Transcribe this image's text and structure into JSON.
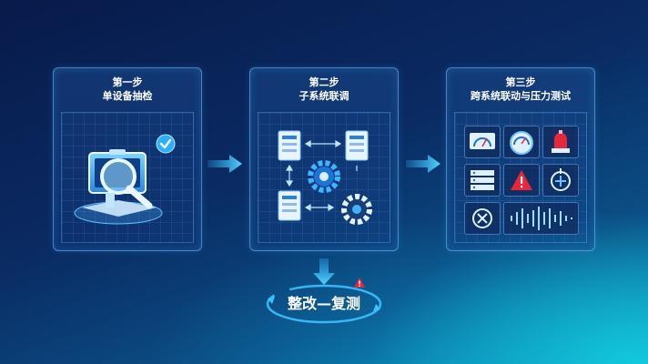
{
  "steps": [
    {
      "title": "第一步",
      "subtitle": "单设备抽检"
    },
    {
      "title": "第二步",
      "subtitle": "子系统联调"
    },
    {
      "title": "第三步",
      "subtitle": "跨系统联动与压力测试"
    }
  ],
  "loop": {
    "label": "整改—复测"
  },
  "colors": {
    "accent": "#2bb6ff",
    "warning": "#e8283a",
    "check": "#29b0ff"
  },
  "icons": {
    "step1": [
      "monitor-icon",
      "magnifier-icon",
      "check-badge-icon"
    ],
    "step2": [
      "server-icon",
      "gear-icon",
      "bidirectional-arrow-icon"
    ],
    "step3": [
      "meter-icon",
      "gauge-icon",
      "alarm-light-icon",
      "server-rack-icon",
      "warning-icon",
      "valve-icon",
      "fault-icon",
      "waveform-icon"
    ],
    "flow": [
      "arrow-right-icon",
      "arrow-down-icon",
      "cycle-icon",
      "warning-icon"
    ]
  }
}
